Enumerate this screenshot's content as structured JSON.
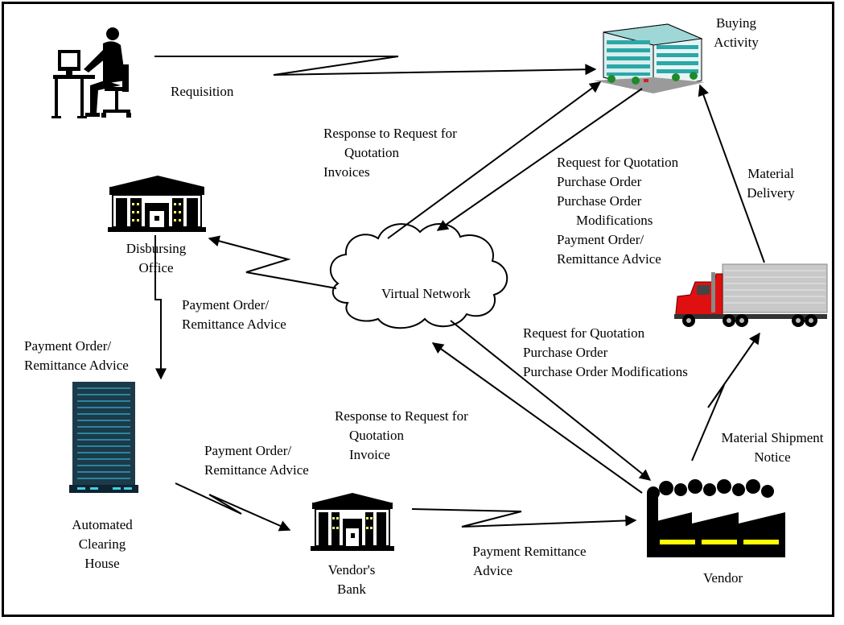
{
  "nodes": {
    "requisitioner": {
      "icon": "person-at-computer-icon"
    },
    "buying_activity": {
      "icon": "office-building-icon",
      "label_lines": [
        "Buying",
        "Activity"
      ]
    },
    "disbursing_office": {
      "icon": "bank-building-icon",
      "label_lines": [
        "Disbursing",
        "Office"
      ]
    },
    "virtual_network": {
      "icon": "cloud-icon",
      "label": "Virtual Network"
    },
    "truck": {
      "icon": "truck-icon"
    },
    "automated_clearing_house": {
      "icon": "skyscraper-icon",
      "label_lines": [
        "Automated",
        "Clearing",
        "House"
      ]
    },
    "vendors_bank": {
      "icon": "bank-building-icon",
      "label_lines": [
        "Vendor's",
        "Bank"
      ]
    },
    "vendor": {
      "icon": "factory-icon",
      "label": "Vendor"
    }
  },
  "flows": {
    "requisition": {
      "lines": [
        "Requisition"
      ]
    },
    "network_to_buying": {
      "lines": [
        "Response to Request for",
        "Quotation",
        "Invoices"
      ]
    },
    "buying_to_network": {
      "lines": [
        "Request for Quotation",
        "Purchase Order",
        "Purchase Order",
        "Modifications",
        "Payment Order/",
        "Remittance Advice"
      ]
    },
    "material_delivery": {
      "lines": [
        "Material",
        "Delivery"
      ]
    },
    "network_to_disbursing": {
      "lines": [
        "Payment Order/",
        "Remittance Advice"
      ]
    },
    "disbursing_to_ach": {
      "lines": [
        "Payment Order/",
        "Remittance Advice"
      ]
    },
    "network_to_vendor": {
      "lines": [
        "Request for Quotation",
        "Purchase Order",
        "Purchase Order Modifications"
      ]
    },
    "vendor_to_network": {
      "lines": [
        "Response to Request for",
        "Quotation",
        "Invoice"
      ]
    },
    "ach_to_bank": {
      "lines": [
        "Payment Order/",
        "Remittance Advice"
      ]
    },
    "material_shipment": {
      "lines": [
        "Material Shipment",
        "Notice"
      ]
    },
    "bank_to_vendor": {
      "lines": [
        "Payment Remittance",
        "Advice"
      ]
    }
  },
  "colors": {
    "line": "#000000",
    "truck_cab": "#e01010",
    "trailer": "#c8c8c8",
    "factory_window": "#ffff00",
    "building_teal": "#2aa8a8",
    "skyscraper": "#1c3a4a"
  }
}
